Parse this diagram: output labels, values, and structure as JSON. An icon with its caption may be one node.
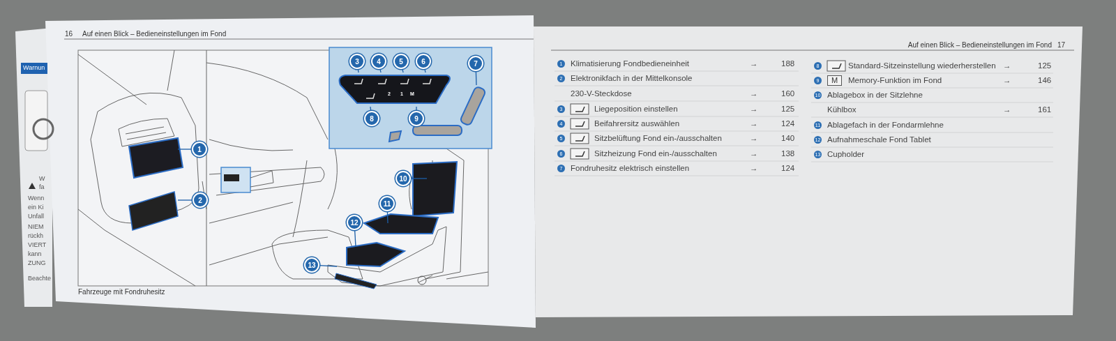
{
  "diagram": {
    "nodes": [
      {
        "text": [
          "1"
        ]
      },
      {
        "text": [
          "2"
        ]
      },
      {
        "text": [
          "3"
        ]
      },
      {
        "text": [
          "4"
        ]
      },
      {
        "text": [
          "5"
        ]
      },
      {
        "text": [
          "6"
        ]
      },
      {
        "text": [
          "7"
        ]
      },
      {
        "text": [
          "8"
        ]
      },
      {
        "text": [
          "9"
        ]
      },
      {
        "text": [
          "10"
        ]
      },
      {
        "text": [
          "11"
        ]
      },
      {
        "text": [
          "12"
        ]
      },
      {
        "text": [
          "13"
        ]
      }
    ],
    "edges": [
      {
        "from": 0,
        "to": null,
        "arrow": "none"
      },
      {
        "from": 1,
        "to": null,
        "arrow": "none"
      },
      {
        "from": 2,
        "to": null,
        "arrow": "none"
      },
      {
        "from": 3,
        "to": null,
        "arrow": "none"
      },
      {
        "from": 4,
        "to": null,
        "arrow": "none"
      },
      {
        "from": 5,
        "to": null,
        "arrow": "none"
      },
      {
        "from": 6,
        "to": null,
        "arrow": "none"
      },
      {
        "from": 7,
        "to": null,
        "arrow": "none"
      },
      {
        "from": 8,
        "to": null,
        "arrow": "none"
      },
      {
        "from": 9,
        "to": null,
        "arrow": "none"
      },
      {
        "from": 10,
        "to": null,
        "arrow": "none"
      },
      {
        "from": 11,
        "to": null,
        "arrow": "none"
      },
      {
        "from": 12,
        "to": null,
        "arrow": "none"
      }
    ],
    "labels": [
      "Warnun",
      "W",
      "fa",
      "Wenn",
      "ein Ki",
      "Unfall",
      "NIEM",
      "rückh",
      "VIERT",
      "kann",
      "ZUNG",
      "Beachte",
      "16",
      "Auf einen Blick – Bedieneinstellungen im Fond",
      "2",
      "1",
      "M",
      "Fahrzeuge mit Fondruhesitz",
      "Auf einen Blick – Bedieneinstellungen im Fond",
      "17",
      "1",
      "Klimatisierung Fondbedieneinheit",
      "→",
      "188",
      "2",
      "Elektronikfach in der Mittelkonsole",
      "230-V-Steckdose",
      "→",
      "160",
      "3",
      "Liegeposition einstellen",
      "→",
      "125",
      "4",
      "Beifahrersitz auswählen",
      "→",
      "124",
      "5",
      "Sitzbelüftung Fond ein-/ausschalten",
      "→",
      "140",
      "6",
      "Sitzheizung Fond ein-/ausschalten",
      "→",
      "138",
      "7",
      "Fondruhesitz elektrisch einstellen",
      "→",
      "124",
      "8",
      "Standard-Sitzeinstellung wiederherstellen",
      "→",
      "125",
      "9",
      "M",
      "Memory-Funktion im Fond",
      "→",
      "146",
      "10",
      "Ablagebox in der Sitzlehne",
      "Kühlbox",
      "→",
      "161",
      "11",
      "Ablagefach in der Fondarmlehne",
      "12",
      "Aufnahmeschale Fond Tablet",
      "13",
      "Cupholder"
    ]
  }
}
